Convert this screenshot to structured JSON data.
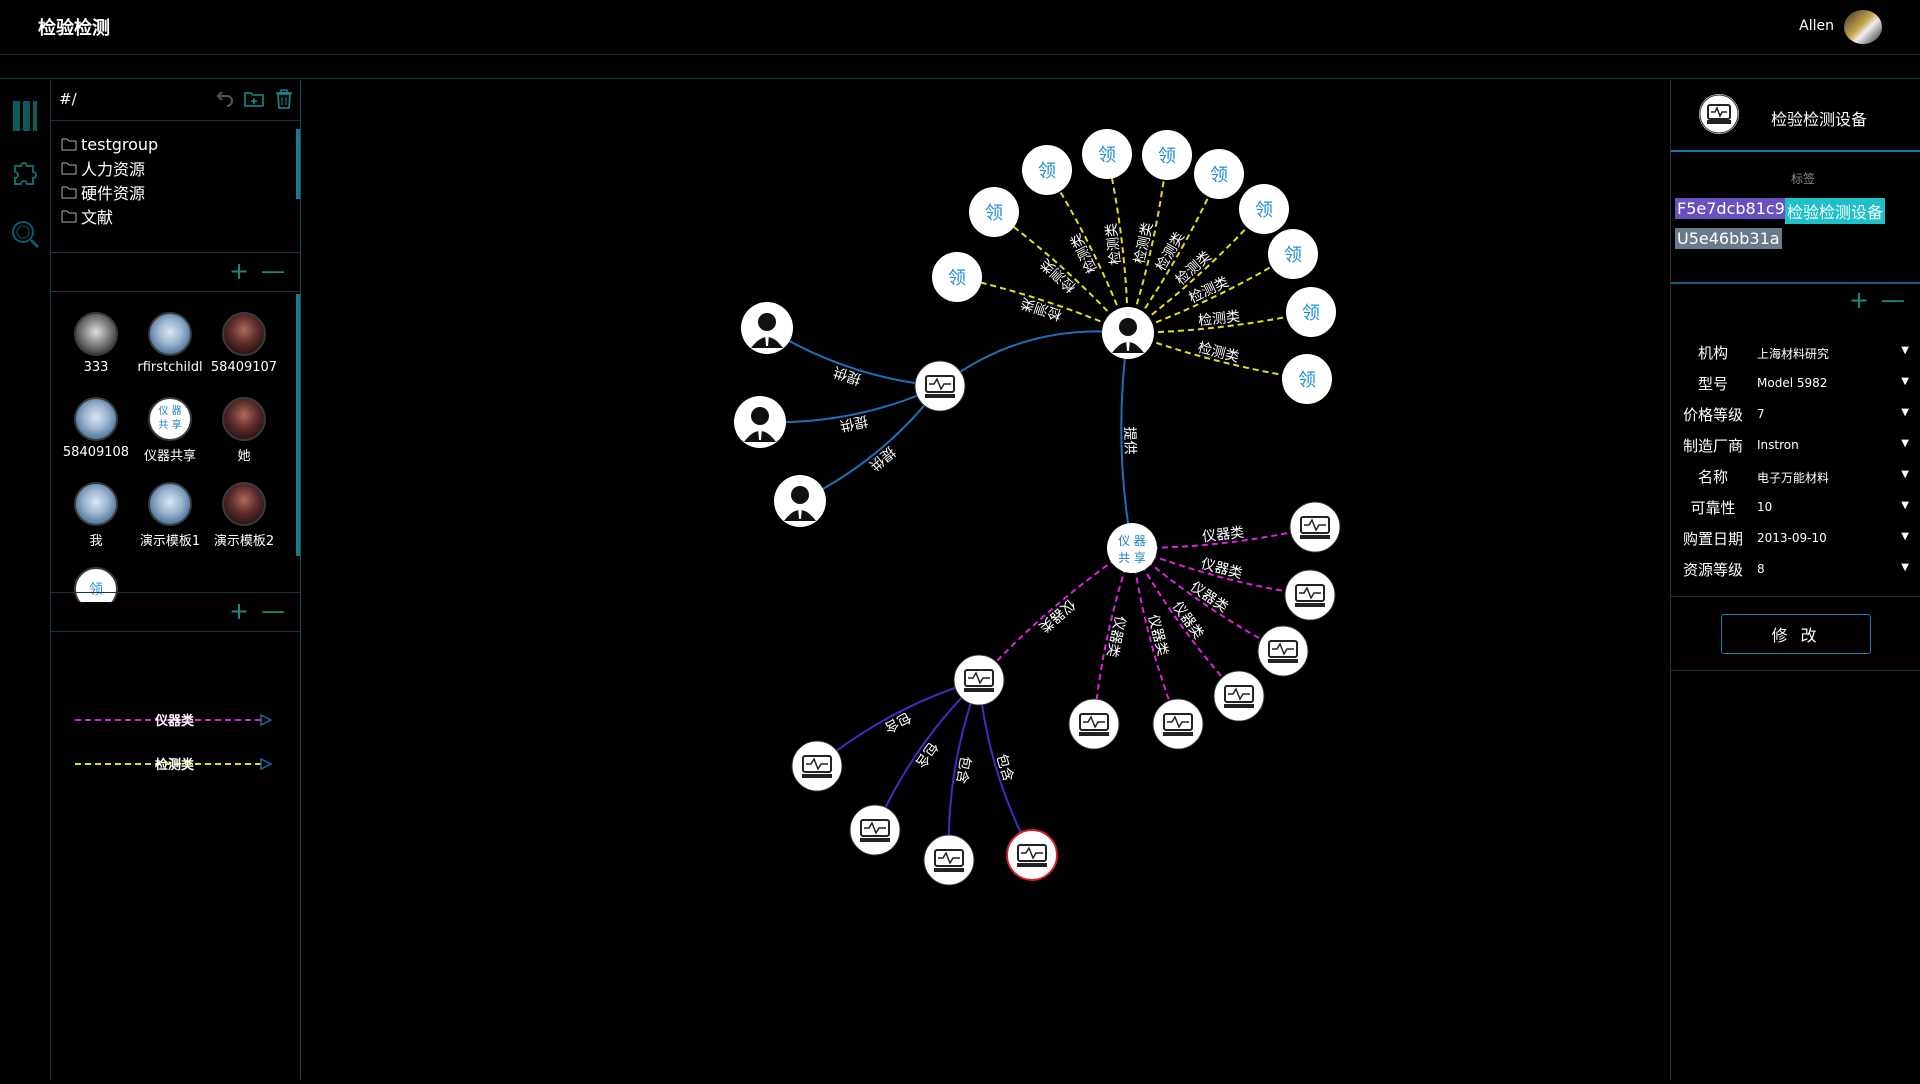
{
  "header": {
    "title": "检验检测",
    "user": "Allen"
  },
  "left": {
    "path": "#/",
    "folders": [
      "testgroup",
      "人力资源",
      "硬件资源",
      "文献"
    ],
    "nodes": [
      {
        "label": "333",
        "style": "gray"
      },
      {
        "label": "rfirstchildl",
        "style": "girl"
      },
      {
        "label": "58409107",
        "style": "dark"
      },
      {
        "label": "58409108",
        "style": "girl"
      },
      {
        "label": "仪器共享",
        "style": "share"
      },
      {
        "label": "她",
        "style": "dark"
      },
      {
        "label": "我",
        "style": "girl"
      },
      {
        "label": "演示模板1",
        "style": "girl"
      },
      {
        "label": "演示模板2",
        "style": "dark"
      },
      {
        "label": "",
        "style": "ling"
      }
    ],
    "share_glyph": [
      "仪 器",
      "共 享"
    ],
    "ling_glyph": "领",
    "legend": [
      {
        "label": "仪器类",
        "color": "#e020e0"
      },
      {
        "label": "检测类",
        "color": "#e0e020"
      }
    ]
  },
  "graph": {
    "ling_glyph": "领",
    "share_node_text": [
      "仪 器",
      "共 享"
    ],
    "edge_labels": {
      "provide": "提供",
      "share_provide": "提供",
      "test": "检测类",
      "instrument": "仪器类",
      "contain": "包含"
    }
  },
  "right": {
    "title": "检验检测设备",
    "tag_label": "标签",
    "tags": [
      {
        "text": "F5e7dcb81c9",
        "bg": "#6a4fbf"
      },
      {
        "text": "检验检测设备",
        "bg": "#1fc0c8"
      },
      {
        "text": "U5e46bb31a",
        "bg": "#6a7a8a"
      }
    ],
    "props": [
      {
        "key": "机构",
        "value": "上海材料研究"
      },
      {
        "key": "型号",
        "value": "Model 5982"
      },
      {
        "key": "价格等级",
        "value": "7"
      },
      {
        "key": "制造厂商",
        "value": "Instron"
      },
      {
        "key": "名称",
        "value": "电子万能材料"
      },
      {
        "key": "可靠性",
        "value": "10"
      },
      {
        "key": "购置日期",
        "value": "2013-09-10"
      },
      {
        "key": "资源等级",
        "value": "8"
      }
    ],
    "modify": "修 改"
  },
  "colors": {
    "accent": "#1a7ab0",
    "instrument": "#e020e0",
    "test": "#e0e020",
    "link": "#1f6fb8",
    "contain": "#3a2fbf"
  }
}
